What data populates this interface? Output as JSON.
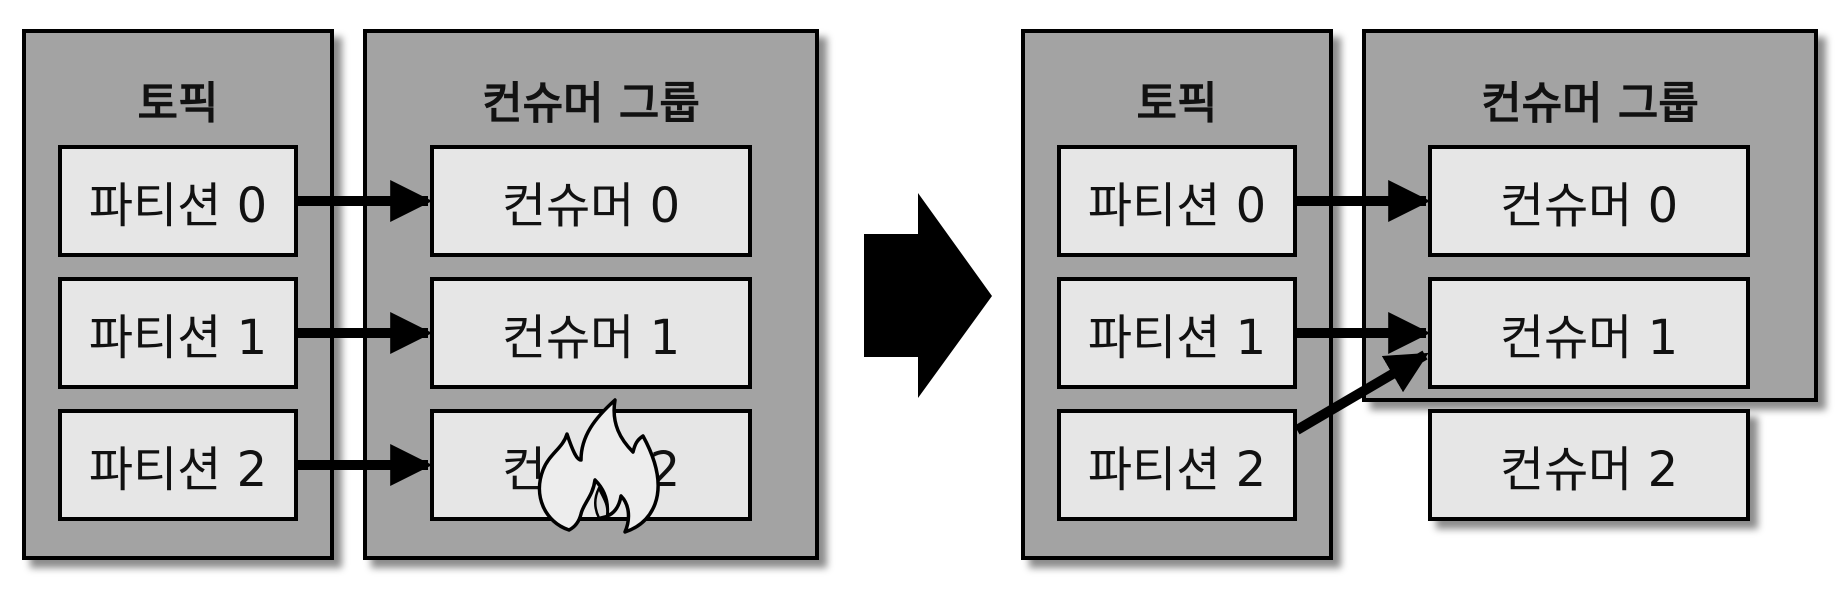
{
  "left": {
    "topic": {
      "title": "토픽",
      "partitions": [
        "파티션 0",
        "파티션 1",
        "파티션 2"
      ]
    },
    "group": {
      "title": "컨슈머 그룹",
      "consumers": [
        "컨슈머 0",
        "컨슈머 1",
        "컨슈머 2"
      ]
    }
  },
  "right": {
    "topic": {
      "title": "토픽",
      "partitions": [
        "파티션 0",
        "파티션 1",
        "파티션 2"
      ]
    },
    "group": {
      "title": "컨슈머 그룹",
      "consumers": [
        "컨슈머 0",
        "컨슈머 1"
      ]
    },
    "removed_consumer": "컨슈머 2"
  },
  "icons": {
    "failure": "fire-icon",
    "transition": "right-arrow-icon"
  }
}
